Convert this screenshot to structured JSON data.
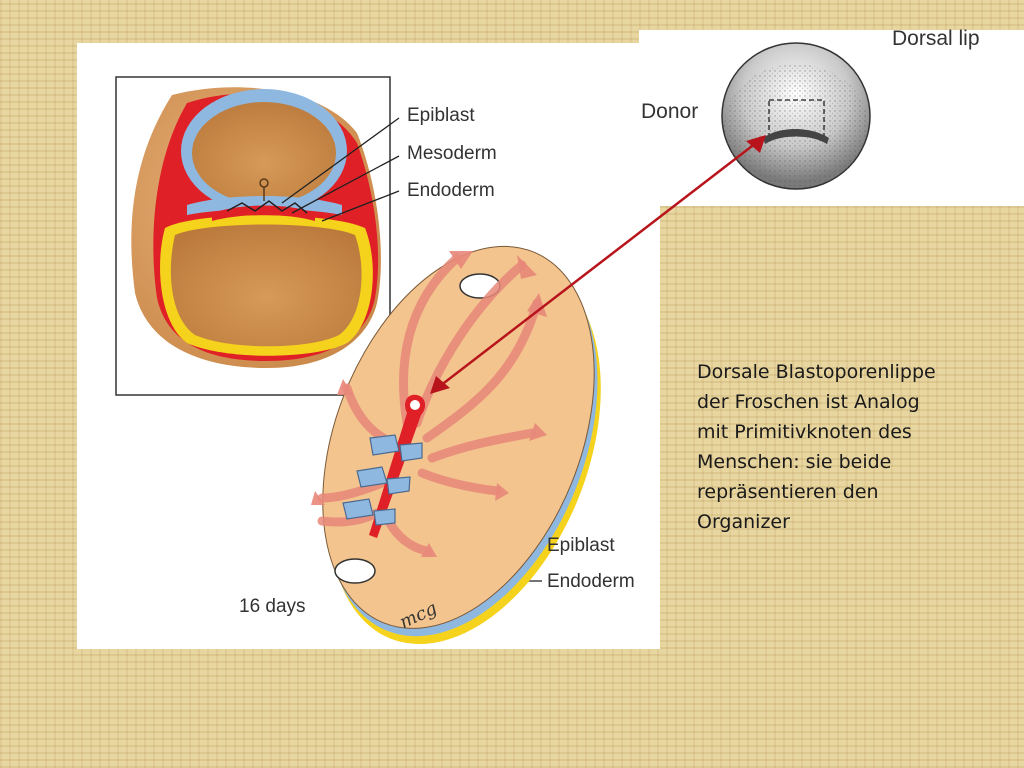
{
  "labels": {
    "epiblast_top": "Epiblast",
    "mesoderm": "Mesoderm",
    "endoderm_top": "Endoderm",
    "epiblast_bottom": "Epiblast",
    "endoderm_bottom": "Endoderm",
    "days": "16 days",
    "signature": "mcg"
  },
  "donor": {
    "dorsal_lip": "Dorsal lip",
    "donor": "Donor"
  },
  "caption": {
    "lines": [
      "Dorsale Blastoporenlippe",
      "der Froschen ist Analog",
      "mit Primitivknoten des",
      "Menschen: sie beide",
      "repräsentieren den",
      "Organizer"
    ]
  },
  "colors": {
    "background": "#e3cf97",
    "mesoderm_red": "#e02027",
    "epiblast_blue": "#8fb8e0",
    "endoderm_yellow": "#f5d21c",
    "tissue_tan": "#f3c48e",
    "arrow_red": "#b8141c"
  }
}
